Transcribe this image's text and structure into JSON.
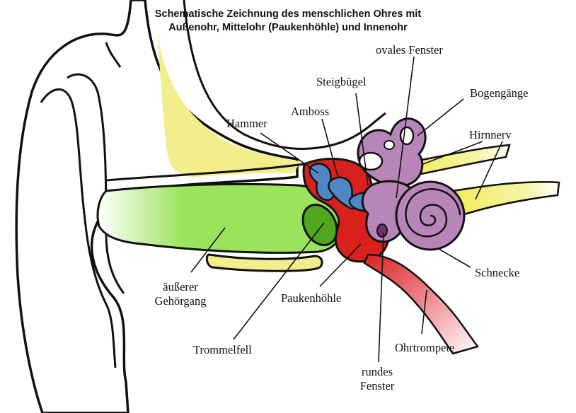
{
  "title": {
    "line1": "Schematische Zeichnung des menschlichen Ohres mit",
    "line2": "Außenohr, Mittelohr (Paukenhöhle) und Innenohr"
  },
  "labels": {
    "ovales_fenster": "ovales Fenster",
    "steigbuegel": "Steigbügel",
    "bogengaenge": "Bogengänge",
    "amboss": "Amboss",
    "hammer": "Hammer",
    "hirnnerv": "Hirnnerv",
    "aeusserer_line1": "äußerer",
    "aeusserer_line2": "Gehörgang",
    "paukenhoehle": "Paukenhöhle",
    "schnecke": "Schnecke",
    "trommelfell": "Trommelfell",
    "ohrtrompete": "Ohrtrompete",
    "rundes_line1": "rundes",
    "rundes_line2": "Fenster"
  },
  "colors": {
    "outline": "#111111",
    "skin": "#ffffff",
    "bone_yellow": "#f3ee8c",
    "canal_green": "#9ae35a",
    "eardrum_green": "#4ea71f",
    "cavity_red": "#d8211c",
    "ossicle_blue": "#4f86c4",
    "inner_ear_purple": "#b885b8",
    "tube_pink": "#f2a0a8",
    "nerve_yellow": "#f1ec5c"
  }
}
